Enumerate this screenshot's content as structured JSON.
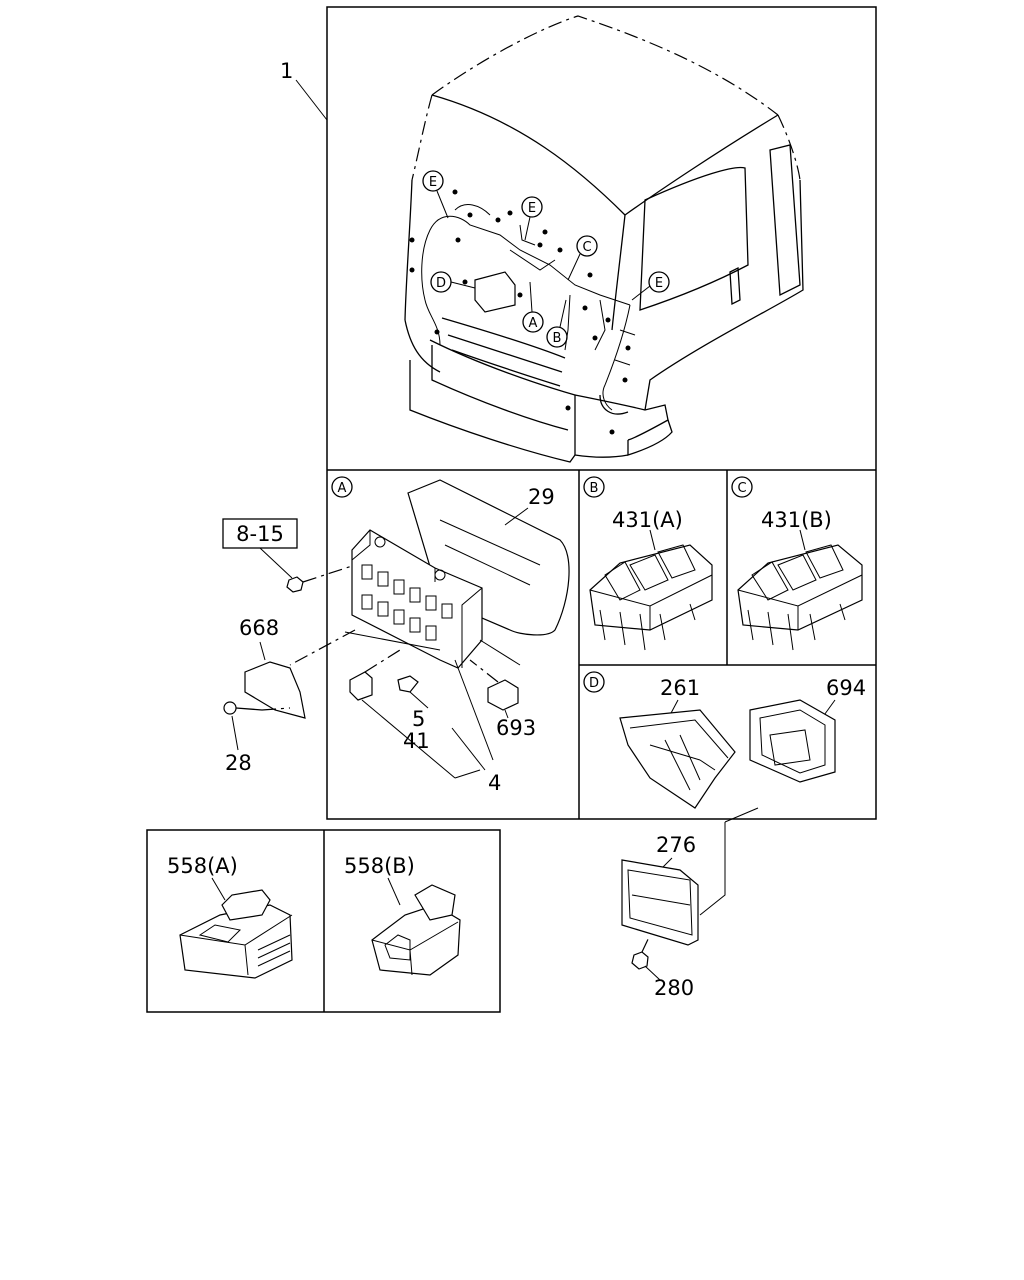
{
  "part_labels": {
    "harness": "1",
    "ref_box": "8-15",
    "nut_large": "29",
    "bracket": "668",
    "bolt": "28",
    "fuse": "5",
    "fuse_small": "41",
    "relay": "693",
    "fuse_box": "4",
    "relay_a": "431(A)",
    "relay_b": "431(B)",
    "cover_261": "261",
    "cover_694": "694",
    "module": "276",
    "nut_280": "280",
    "connector_a": "558(A)",
    "connector_b": "558(B)"
  },
  "panel_markers": {
    "A": "A",
    "B": "B",
    "C": "C",
    "D": "D"
  },
  "callouts": {
    "E1": "E",
    "E2": "E",
    "E3": "E",
    "A": "A",
    "B": "B",
    "C": "C",
    "D": "D"
  }
}
